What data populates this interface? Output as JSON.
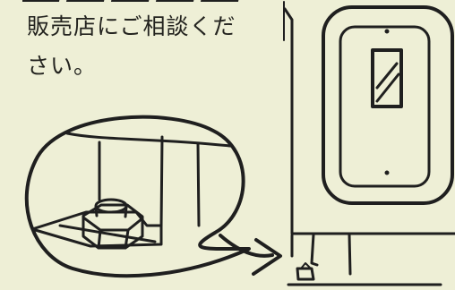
{
  "note": {
    "line_1": "販売店にご相談くだ",
    "line_2": "さい。"
  },
  "colors": {
    "paper": "#eeefd6",
    "ink": "#1f1f1f"
  },
  "illustration": {
    "items": [
      "appliance",
      "wall-switch",
      "leveling-foot",
      "magnified-view",
      "arrow"
    ]
  }
}
